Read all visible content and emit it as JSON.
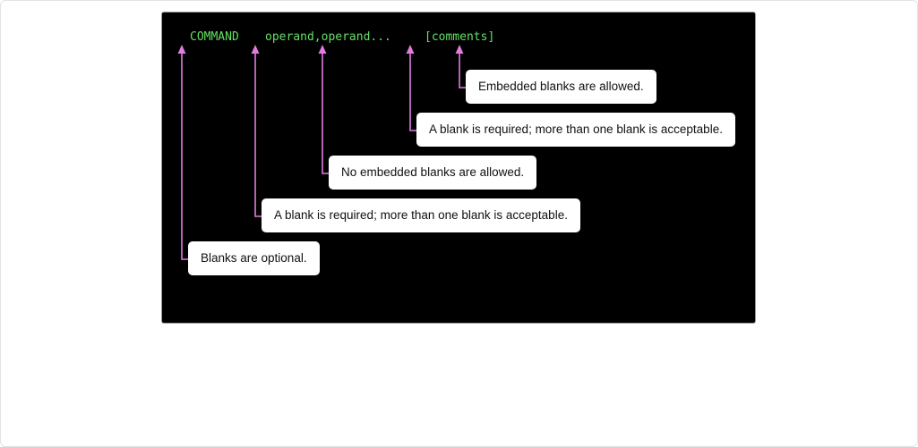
{
  "syntax": {
    "command": "COMMAND",
    "operands": "operand,operand...",
    "comments": "[comments]"
  },
  "callouts": [
    {
      "id": "comments-note",
      "text": "Embedded blanks are allowed."
    },
    {
      "id": "blank-before-comments-note",
      "text": "A blank is required; more than one blank is acceptable."
    },
    {
      "id": "operands-note",
      "text": "No embedded blanks are allowed."
    },
    {
      "id": "blank-before-operands-note",
      "text": "A blank is required; more than one blank is acceptable."
    },
    {
      "id": "leading-blanks-note",
      "text": "Blanks are optional."
    }
  ],
  "colors": {
    "background": "#000000",
    "code": "#63e063",
    "connector": "#e27be0",
    "callout_bg": "#ffffff"
  }
}
